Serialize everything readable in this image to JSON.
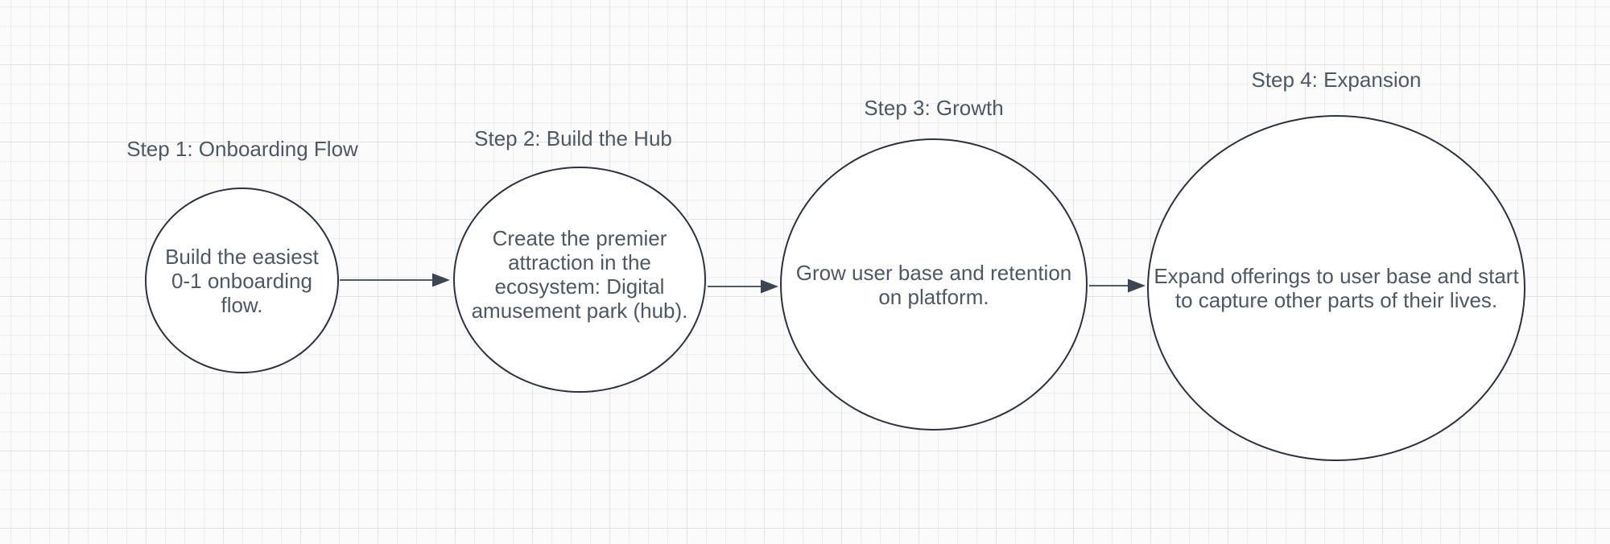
{
  "canvas": {
    "background_color": "#fbfbfb",
    "grid_minor_color": "#eeeef0",
    "grid_major_color": "#e2e2e5",
    "shape_fill_color": "#ffffff",
    "shape_stroke_color": "#2b3240",
    "text_color": "#4e5864",
    "connector_color": "#4d5666"
  },
  "steps": [
    {
      "title": "Step 1: Onboarding Flow",
      "body": "Build the easiest 0-1 onboarding flow.",
      "lines": [
        "Build the easiest",
        "0-1 onboarding",
        "flow."
      ]
    },
    {
      "title": "Step 2: Build the Hub",
      "body": "Create the premier attraction in the ecosystem: Digital amusement park (hub).",
      "lines": [
        "Create the premier",
        "attraction in the",
        "ecosystem: Digital",
        "amusement park (hub)."
      ]
    },
    {
      "title": "Step 3: Growth",
      "body": "Grow user base and retention on platform.",
      "lines": [
        "Grow user base and retention",
        "on platform."
      ]
    },
    {
      "title": "Step 4: Expansion",
      "body": "Expand offerings to user base and start to capture other parts of their lives.",
      "lines": [
        "Expand offerings to user base and start",
        "to capture other parts of their lives."
      ]
    }
  ],
  "connectors": [
    {
      "from": "Step 1: Onboarding Flow",
      "to": "Step 2: Build the Hub"
    },
    {
      "from": "Step 2: Build the Hub",
      "to": "Step 3: Growth"
    },
    {
      "from": "Step 3: Growth",
      "to": "Step 4: Expansion"
    }
  ]
}
